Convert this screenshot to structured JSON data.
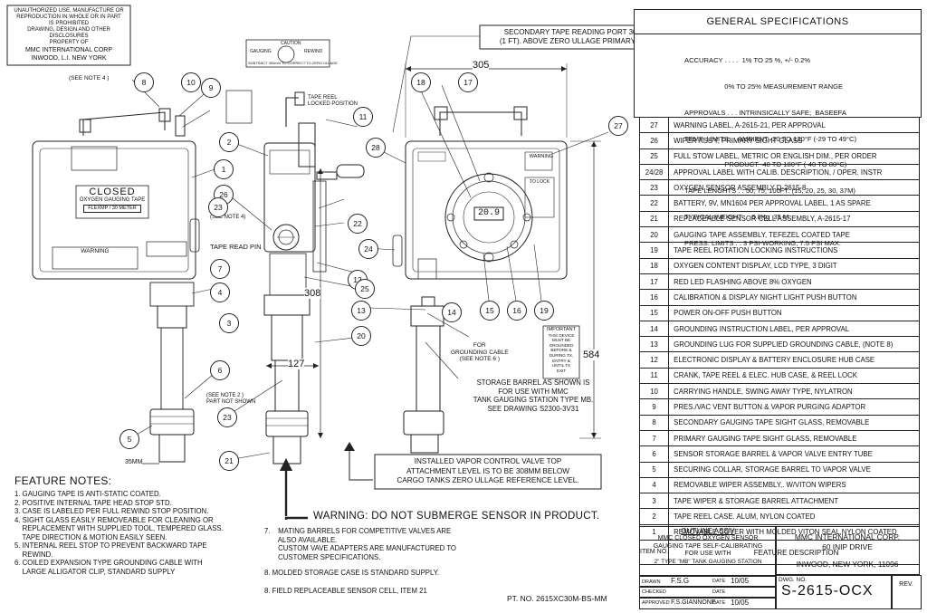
{
  "disclaimer": {
    "lines": [
      "UNAUTHORIZED USE, MANUFACTURE OR",
      "REPRODUCTION IN WHOLE OR IN PART",
      "IS PROHIBITED",
      "DRAWING, DESIGN AND OTHER DISCLOSURES",
      "PROPERTY OF",
      "MMC INTERNATIONAL CORP",
      "INWOOD, L.I.      NEW YORK"
    ]
  },
  "gauging_label": {
    "caution": "CAUTION",
    "left": "GAUGING",
    "right": "REWIND",
    "bottom": "SUBTRACT 300mm TO CORRECT TO ZERO ULLAGE"
  },
  "secondary_port_note": [
    "SECONDARY TAPE READING PORT 300MM",
    "(1 FT). ABOVE ZERO ULLAGE PRIMARY PORT"
  ],
  "general_specifications": {
    "title": "GENERAL SPECIFICATIONS",
    "lines": [
      "ACCURACY . . . .  1% TO 25 %, +/- 0.2%",
      "                     0% TO 25% MEASUREMENT RANGE",
      "APPROVALS . . . INTRINSICALLY SAFE;  BASEEFA",
      "TEMP. LIMITS . . AMBIENT -20 TO 120°F (-29 TO 49°C)",
      "                     PRODUCT -40 TO 180°F (-40 TO 80°C)",
      "TAPE LENGHTS . . 50, 75, 100FT. (15, 20, 25, 30, 37M)",
      "TYPICAL WEIGHT . . 6.8Kg  35 M",
      "PRESS. LIMITS . . 3 PSI-WORKING, 7.5 PSI MAX."
    ]
  },
  "parts": [
    {
      "item": "27",
      "desc": "WARNING LABEL, A-2615-21, PER APPROVAL"
    },
    {
      "item": "26",
      "desc": "WIPER ASS'Y, PRIMARY SIGHT GLASS"
    },
    {
      "item": "25",
      "desc": "FULL STOW LABEL, METRIC OR ENGLISH DIM., PER ORDER"
    },
    {
      "item": "24/28",
      "desc": "APPROVAL LABEL WITH CALIB. DESCRIPTION, / OPER. INSTR"
    },
    {
      "item": "23",
      "desc": "OXYGEN SENSOR ASSEMBLY D-2615-8"
    },
    {
      "item": "22",
      "desc": "BATTERY, 9V, MN1604 PER APPROVAL LABEL, 1 AS SPARE"
    },
    {
      "item": "21",
      "desc": "REPLACEABLE SENSOR  CELL ASSEMBLY, A-2615-17"
    },
    {
      "item": "20",
      "desc": "GAUGING TAPE ASSEMBLY, TEFEZEL COATED TAPE"
    },
    {
      "item": "19",
      "desc": "TAPE REEL ROTATION LOCKING INSTRUCTIONS"
    },
    {
      "item": "18",
      "desc": "OXYGEN CONTENT DISPLAY, LCD TYPE, 3 DIGIT"
    },
    {
      "item": "17",
      "desc": "RED LED FLASHING ABOVE 8% OXYGEN"
    },
    {
      "item": "16",
      "desc": "CALIBRATION & DISPLAY NIGHT LIGHT PUSH BUTTON"
    },
    {
      "item": "15",
      "desc": "POWER ON-OFF PUSH BUTTON"
    },
    {
      "item": "14",
      "desc": "GROUNDING INSTRUCTION LABEL, PER APPROVAL"
    },
    {
      "item": "13",
      "desc": "GROUNDING LUG FOR SUPPLIED GROUNDING CABLE, (NOTE 8)"
    },
    {
      "item": "12",
      "desc": "ELECTRONIC DISPLAY & BATTERY ENCLOSURE HUB CASE"
    },
    {
      "item": "11",
      "desc": "CRANK, TAPE REEL & ELEC. HUB CASE, & REEL LOCK"
    },
    {
      "item": "10",
      "desc": "CARRYING HANDLE, SWING AWAY TYPE, NYLATRON"
    },
    {
      "item": "9",
      "desc": "PRES./VAC VENT BUTTON &  VAPOR PURGING ADAPTOR"
    },
    {
      "item": "8",
      "desc": "SECONDARY GAUGING TAPE SIGHT GLASS, REMOVABLE"
    },
    {
      "item": "7",
      "desc": "PRIMARY GAUGING TAPE SIGHT GLASS, REMOVABLE"
    },
    {
      "item": "6",
      "desc": "SENSOR STORAGE BARREL & VAPOR VALVE ENTRY TUBE"
    },
    {
      "item": "5",
      "desc": "SECURING COLLAR, STORAGE BARREL TO VAPOR VALVE"
    },
    {
      "item": "4",
      "desc": "REMOVABLE WIPER ASSEMBLY,. W/VITON WIPERS"
    },
    {
      "item": "3",
      "desc": "TAPE WIPER & STORAGE BARREL ATTACHMENT"
    },
    {
      "item": "2",
      "desc": "TAPE REEL CASE. ALUM, NYLON COATED"
    },
    {
      "item": "1",
      "desc": "REMOVABLE COVER WITH MOLDED VITON SEAL,NYLON COATED"
    }
  ],
  "parts_header": {
    "item": "ITEM NO.",
    "desc": "FEATURE DESCRIPTION"
  },
  "title_block": {
    "outline": "OUTLINE ASS'Y",
    "desc_lines": [
      "MMC CLOSED OXYGEN SENSOR",
      "GAUGING TAPE SELF-CALIBRATING",
      "FOR USE WITH",
      "2\" TYPE \"MB\" TANK GAUGING STATION"
    ],
    "company": [
      "MMC INTERNATIONAL CORP.",
      "60 INIP DRIVE",
      "INWOOD, NEW YORK, 11096"
    ],
    "drawn_label": "DRAWN",
    "drawn": "F.S.G",
    "date_label": "DATE",
    "drawn_date": "10/05",
    "checked_label": "CHECKED",
    "checked_date_label": "DATE",
    "approved_label": "APPROVED",
    "approved": "F.S.GIANNONE",
    "approved_date": "10/05",
    "dwg_label": "DWG. NO.",
    "dwg_no": "S-2615-OCX",
    "rev_label": "REV."
  },
  "feature_notes": {
    "title": "FEATURE NOTES:",
    "items": [
      "1. GAUGING TAPE IS ANTI-STATIC COATED.",
      "2. POSITIVE INTERNAL TAPE HEAD STOP STD.",
      "3. CASE IS LABELED PER FULL REWIND STOP POSITION.",
      "4. SIGHT GLASS EASILY REMOVEABLE FOR CLEANING OR",
      "    REPLACEMENT WITH SUPPLIED TOOL, TEMPERED GLASS.",
      "    TAPE DIRECTION & MOTION EASILY SEEN.",
      "5. INTERNAL REEL STOP TO PREVENT BACKWARD TAPE",
      "    REWIND.",
      "6. COILED EXPANSION TYPE GROUNDING CABLE WITH",
      "    LARGE ALLIGATOR CLIP, STANDARD SUPPLY"
    ],
    "items2": [
      "7.    MATING BARRELS FOR COMPETITIVE VALVES ARE",
      "       ALSO AVAILABLE.",
      "       CUSTOM VAVE ADAPTERS ARE MANUFACTURED TO",
      "       CUSTOMER SPECIFICATIONS.",
      "8. MOLDED STORAGE CASE IS STANDARD SUPPLY.",
      "8. FIELD REPLACEABLE SENSOR CELL, ITEM 21"
    ]
  },
  "warning_text": "WARNING: DO NOT SUBMERGE SENSOR IN PRODUCT.",
  "vapor_note": [
    "INSTALLED VAPOR CONTROL VALVE TOP",
    "ATTACHMENT LEVEL IS TO BE 308MM BELOW",
    "CARGO TANKS ZERO ULLAGE REFERENCE LEVEL."
  ],
  "storage_note": [
    "STORAGE BARREL AS SHOWN IS",
    "FOR USE WITH MMC",
    "TANK GAUGING STATION TYPE MB.",
    "SEE DRAWING S2300-3V31"
  ],
  "part_no": "PT. NO. 2615XC30M-BS-MM",
  "dims": {
    "d305": "305",
    "d308": "308",
    "d127": "127",
    "d584": "584",
    "d35": "35MM"
  },
  "labels": {
    "see_note4_top": "(SEE NOTE 4 )",
    "see_note4_mid": "(SEE NOTE 4)",
    "tape_read_pin": "TAPE READ PIN",
    "tape_reel_locked": [
      "TAPE REEL",
      "LOCKED POSITION"
    ],
    "closed": "CLOSED",
    "closed_sub": [
      "OXYGEN GAUGING TAPE",
      "FLEXMP / 30 METER"
    ],
    "warning_small": "WARNING",
    "grounding_cable": [
      "FOR",
      "GROUNDING CABLE",
      "(SEE NOTE 6 )"
    ],
    "see_note2": [
      "(SEE NOTE 2 )",
      "PART NOT SHOWN"
    ],
    "display_value": "20.9",
    "important": [
      "IMPORTANT",
      "THIS DEVICE",
      "MUST BE",
      "GROUNDED",
      "BEFORE &",
      "DURING TX,",
      "ENTRY &",
      "UNTIL TX",
      "EXIT"
    ],
    "warning_label2": "WARNING",
    "to_lock": "TO LOCK"
  },
  "callouts": [
    "1",
    "2",
    "3",
    "4",
    "5",
    "6",
    "7",
    "8",
    "9",
    "10",
    "11",
    "12",
    "13",
    "14",
    "15",
    "16",
    "17",
    "18",
    "19",
    "20",
    "21",
    "22",
    "23",
    "24",
    "25",
    "26",
    "27",
    "28",
    "23"
  ]
}
